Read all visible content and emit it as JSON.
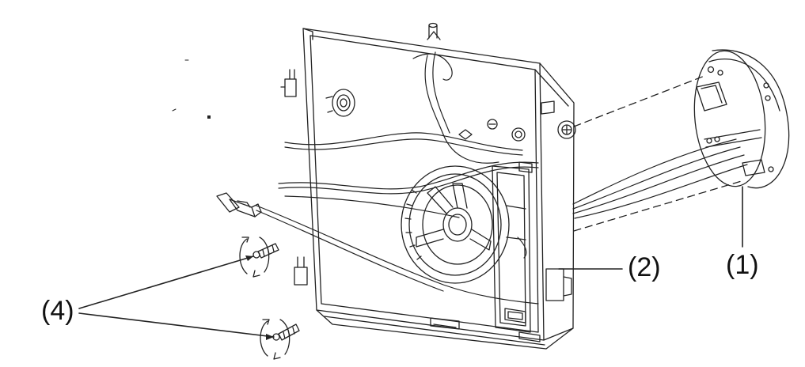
{
  "labels": {
    "part1": "(1)",
    "part2": "(2)",
    "part4": "(4)"
  },
  "colors": {
    "line": "#222222",
    "background": "#ffffff"
  }
}
